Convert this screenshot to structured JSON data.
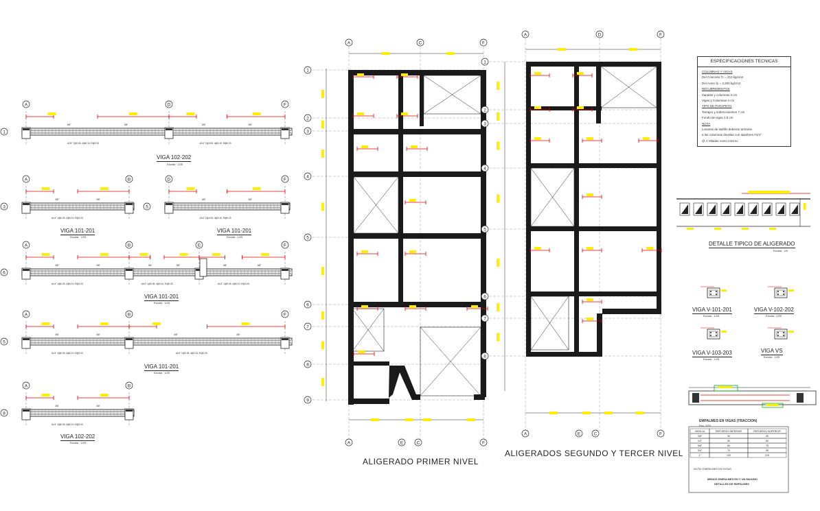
{
  "plans": {
    "first_level_title": "ALIGERADO PRIMER NIVEL",
    "upper_levels_title": "ALIGERADOS SEGUNDO Y TERCER NIVEL",
    "plan1_top_axes": [
      "A",
      "C",
      "F"
    ],
    "plan1_bottom_axes": [
      "A",
      "E",
      "C",
      "F"
    ],
    "plan1_side_axes": [
      "1",
      "2",
      "3",
      "4",
      "5",
      "6",
      "7",
      "8",
      "9"
    ],
    "plan2_top_axes": [
      "A",
      "D",
      "F"
    ],
    "plan2_bottom_axes": [
      "A",
      "E",
      "C",
      "F"
    ],
    "plan2_side_axes": [
      "1",
      "2",
      "3",
      "4",
      "5",
      "6",
      "7",
      "8"
    ]
  },
  "beams": [
    {
      "title": "VIGA 102-202",
      "scale": "Escala : 1/25",
      "axes": [
        "A",
        "D",
        "F"
      ],
      "row_axis": "1"
    },
    {
      "title": "VIGA 101-201",
      "scale": "Escala : 1/25",
      "axes": [
        "A",
        "B"
      ],
      "row_axis": "3"
    },
    {
      "title": "VIGA 101-201",
      "scale": "Escala : 1/25",
      "axes": [
        "D",
        "F"
      ],
      "row_axis": "5"
    },
    {
      "title": "VIGA 101-201",
      "scale": "Escala : 1/25",
      "axes": [
        "A",
        "B",
        "E",
        "F"
      ],
      "row_axis": "6"
    },
    {
      "title": "VIGA 101-201",
      "scale": "Escala : 1/25",
      "axes": [
        "A",
        "B",
        "F"
      ],
      "row_axis": "5"
    },
    {
      "title": "VIGA 102-202",
      "scale": "Escala : 1/25",
      "axes": [
        "A",
        "B"
      ],
      "row_axis": "8"
    }
  ],
  "specs": {
    "title": "ESPECIFICACIONES TECNICAS",
    "lines": [
      "COLUMNAS Y VIGAS",
      "Del Concreto      f'c = 210 kg/cm2",
      "Del Acero         fy = 4,200 kg/cm2",
      "RECUBRIMIENTOS",
      "Zapatas y columnas     3 cm",
      "Vigas y Columnas       4 cm",
      "TIPO DE PARAPETO",
      "Tarrajeo y sobrecimientos  7 cm",
      "Fondo de vigas             2.5 cm",
      "NOTA",
      "Losanas de ladrillo deberan armarse",
      "a las columnas dovelas con alambres #1/4\"",
      "@ 4 Hiladas como minimo"
    ]
  },
  "aligerado_detail": {
    "title": "DETALLE TIPICO DE ALIGERADO",
    "scale": "Escala : 1/5"
  },
  "small_sections": [
    {
      "title": "VIGA  V-101-201",
      "scale": "Escala : 1/25"
    },
    {
      "title": "VIGA  V-102-202",
      "scale": "Escala : 1/25"
    },
    {
      "title": "VIGA  V-103-203",
      "scale": "Escala : 1/25"
    },
    {
      "title": "VIGA  VS",
      "scale": "Escala : 1/25"
    }
  ],
  "splice": {
    "title": "EMPALMES EN VIGAS (TRACCION)",
    "scale": "Esc. 1/25",
    "table_headers": [
      "VARILLA",
      "REFUERZO INFERIOR",
      "REFUERZO SUPERIOR"
    ],
    "rows": [
      [
        "3/8\"",
        "40",
        "45"
      ],
      [
        "1/2\"",
        "50",
        "60"
      ],
      [
        "5/8\"",
        "60",
        "75"
      ],
      [
        "3/4\"",
        "70",
        "95"
      ],
      [
        "1\"",
        "120",
        "215"
      ]
    ],
    "note": "NOTA: EMPALMES EN VIGAS",
    "footer1": "MENOS EMPALMES EN Y UN MAXIMO",
    "footer2": "DETALLES DE EMPALMES"
  },
  "colors": {
    "accent_red": "#e00000",
    "dim_yellow": "#ffee00",
    "structure": "#1a1a1a",
    "beam_fill": "#9a9a9a"
  }
}
